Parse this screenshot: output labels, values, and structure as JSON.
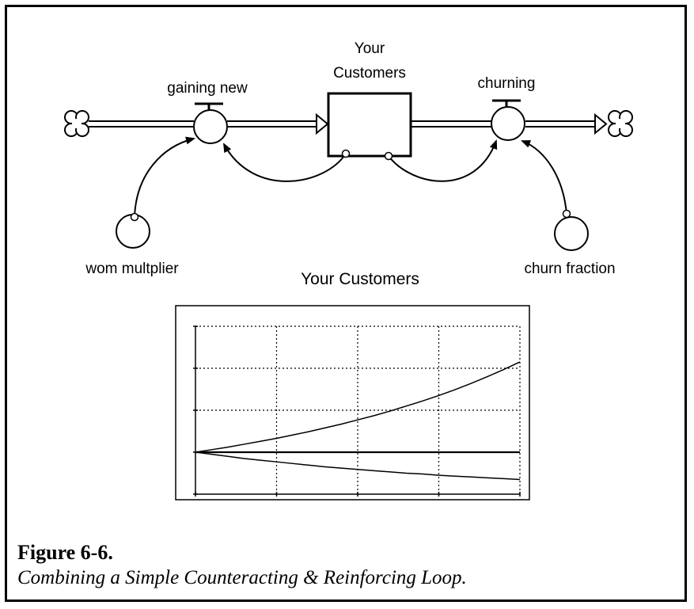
{
  "diagram": {
    "stock": {
      "label_line1": "Your",
      "label_line2": "Customers"
    },
    "inflow": {
      "label": "gaining new"
    },
    "outflow": {
      "label": "churning"
    },
    "aux_left": {
      "label": "wom multplier"
    },
    "aux_right": {
      "label": "churn fraction"
    }
  },
  "chart_data": {
    "type": "line",
    "title": "Your Customers",
    "x": [
      0,
      1,
      2,
      3,
      4,
      5,
      6,
      7,
      8,
      9,
      10,
      11,
      12,
      13,
      14,
      15,
      16,
      17,
      18,
      19,
      20
    ],
    "xlim": [
      0,
      20
    ],
    "ylim": [
      -1,
      3
    ],
    "grid": true,
    "series": [
      {
        "values": [
          0.0,
          0.06,
          0.12,
          0.19,
          0.26,
          0.33,
          0.41,
          0.49,
          0.58,
          0.67,
          0.77,
          0.87,
          0.98,
          1.1,
          1.22,
          1.35,
          1.49,
          1.64,
          1.8,
          1.97,
          2.15
        ]
      },
      {
        "values": [
          0.0,
          0.0,
          0.0,
          0.0,
          0.0,
          0.0,
          0.0,
          0.0,
          0.0,
          0.0,
          0.0,
          0.0,
          0.0,
          0.0,
          0.0,
          0.0,
          0.0,
          0.0,
          0.0,
          0.0,
          0.0
        ]
      },
      {
        "values": [
          0.0,
          -0.05,
          -0.1,
          -0.15,
          -0.19,
          -0.23,
          -0.27,
          -0.31,
          -0.35,
          -0.38,
          -0.41,
          -0.44,
          -0.47,
          -0.5,
          -0.52,
          -0.55,
          -0.57,
          -0.59,
          -0.61,
          -0.63,
          -0.65
        ]
      }
    ]
  },
  "caption": {
    "figure_label": "Figure 6-6.",
    "figure_text": "Combining a Simple Counteracting & Reinforcing Loop."
  }
}
